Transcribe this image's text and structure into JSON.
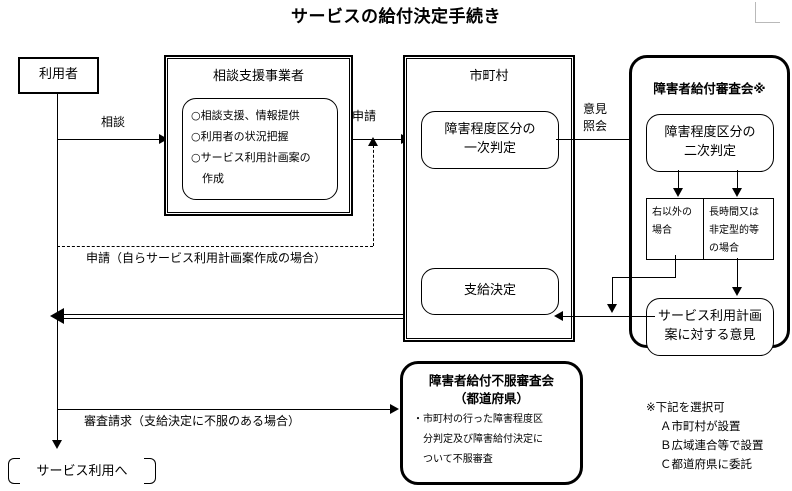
{
  "title": "サービスの給付決定手続き",
  "nodes": {
    "user": {
      "label": "利用者"
    },
    "support_provider": {
      "title": "相談支援事業者",
      "items": [
        "○相談支援、情報提供",
        "○利用者の状況把握",
        "○サービス利用計画案の",
        "　作成"
      ]
    },
    "municipality": {
      "title": "市町村",
      "primary_assessment": "障害程度区分の\n一次判定",
      "primary_assessment_line1": "障害程度区分の",
      "primary_assessment_line2": "一次判定",
      "payment_decision": "支給決定"
    },
    "review_board": {
      "title": "障害者給付審査会※",
      "secondary_assessment_line1": "障害程度区分の",
      "secondary_assessment_line2": "二次判定",
      "branch_left_line1": "右以外の",
      "branch_left_line2": "場合",
      "branch_right_line1": "長時間又は",
      "branch_right_line2": "非定型的等",
      "branch_right_line3": "の場合",
      "opinion_line1": "サービス利用計画",
      "opinion_line2": "案に対する意見"
    },
    "appeal_board": {
      "title_line1": "障害者給付不服審査会",
      "title_line2": "（都道府県）",
      "body_line1": "・市町村の行った障害程度区",
      "body_line2": "　分判定及び障害給付決定に",
      "body_line3": "　ついて不服審査"
    },
    "service_use": {
      "label": "サービス利用へ"
    }
  },
  "edges": {
    "consult": "相談",
    "application": "申請",
    "self_application": "申請（自らサービス利用計画案作成の場合）",
    "opinion_inquiry_line1": "意見",
    "opinion_inquiry_line2": "照会",
    "appeal_request": "審査請求（支給決定に不服のある場合）"
  },
  "notes": {
    "heading": "※下記を選択可",
    "option_a": "Ａ市町村が設置",
    "option_b": "Ｂ広域連合等で設置",
    "option_c": "Ｃ都道府県に委託"
  },
  "colors": {
    "ink": "#000000",
    "paper": "#ffffff",
    "crop_mark": "#b9b9b9"
  }
}
